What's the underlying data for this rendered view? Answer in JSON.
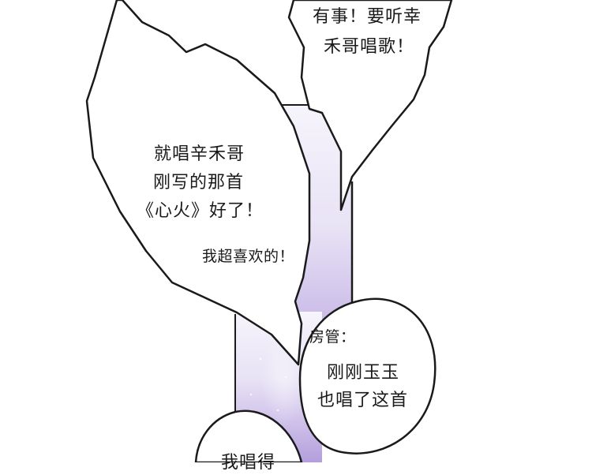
{
  "bubbles": {
    "top": {
      "lines": [
        "有事！要听幸",
        "禾哥唱歌！"
      ]
    },
    "left": {
      "lines": [
        "就唱辛禾哥",
        "刚写的那首",
        "《心火》好了！"
      ],
      "aside": "我超喜欢的！"
    },
    "right": {
      "speaker": "房管：",
      "lines": [
        "刚刚玉玉",
        "也唱了这首"
      ]
    },
    "bottom": {
      "partial": "我唱得"
    }
  },
  "colors": {
    "ink": "#1a1a1a",
    "panel_top": "#f4f2fb",
    "panel_bottom": "#b9a4df"
  }
}
